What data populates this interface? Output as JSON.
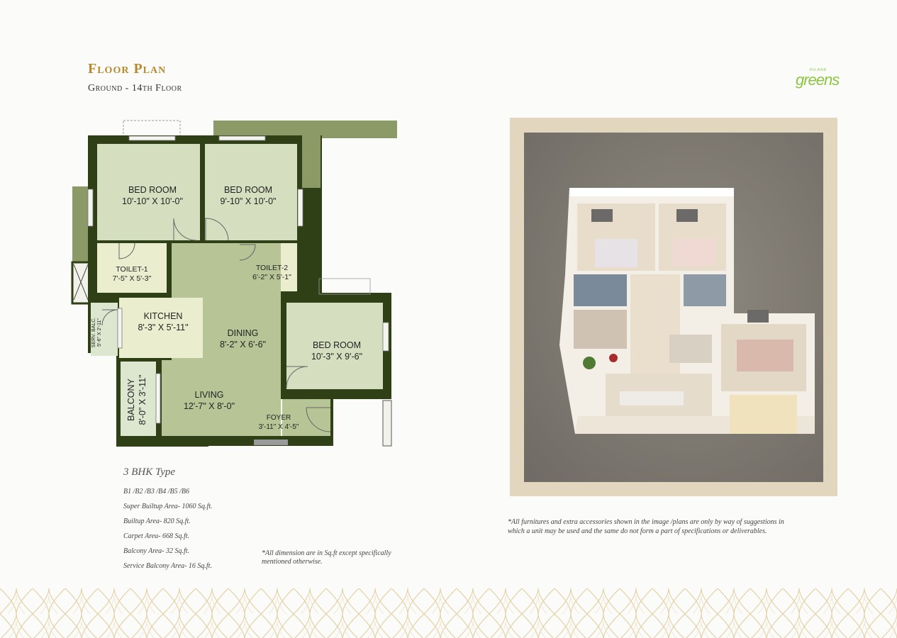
{
  "header": {
    "title": "Floor Plan",
    "subtitle": "Ground - 14th Floor"
  },
  "logo": {
    "small": "HILAND",
    "big": "greens"
  },
  "rooms": {
    "bedroom1": {
      "name": "BED ROOM",
      "size": "10'-10\" X 10'-0\""
    },
    "bedroom2": {
      "name": "BED ROOM",
      "size": "9'-10\" X 10'-0\""
    },
    "toilet1": {
      "name": "TOILET-1",
      "size": "7'-5\" X 5'-3\""
    },
    "toilet2": {
      "name": "TOILET-2",
      "size": "6'-2\" X 5'-1\""
    },
    "kitchen": {
      "name": "KITCHEN",
      "size": "8'-3\" X 5'-11\""
    },
    "dining": {
      "name": "DINING",
      "size": "8'-2\" X 6'-6\""
    },
    "bedroom3": {
      "name": "BED ROOM",
      "size": "10'-3\" X 9'-6\""
    },
    "living": {
      "name": "LIVING",
      "size": "12'-7\" X 8'-0\""
    },
    "foyer": {
      "name": "FOYER",
      "size": "3'-11\" X 4'-5\""
    },
    "balcony": {
      "name": "BALCONY",
      "size": "8'-0\" X 3'-11\""
    },
    "serv_balc": {
      "name": "SERV. BALC.",
      "size": "5'-6\" X 2'-11\""
    }
  },
  "specs": {
    "type": "3 BHK Type",
    "units": "B1 /B2 /B3 /B4 /B5 /B6",
    "super_builtup": "Super Builtup Area- 1060 Sq.ft.",
    "builtup": "Builtup Area- 820 Sq.ft.",
    "carpet": "Carpet Area- 668 Sq.ft.",
    "balcony": "Balcony Area- 32 Sq.ft.",
    "service_balcony": "Service Balcony Area- 16 Sq.ft."
  },
  "notes": {
    "dimension_note": "*All dimension are in Sq.ft except specifically mentioned otherwise.",
    "furniture_note": "*All furnitures and extra accessories shown in the image /plans are only by way of suggestions in which a unit may be used and the same do not form a part of specifications or deliverables."
  },
  "colors": {
    "title_gold": "#b98a2c",
    "wall_green": "#2f4017",
    "room_green": "#d5dfc0",
    "toilet_cream": "#eaeece",
    "living_green": "#b7c596",
    "render_frame": "#e3d6bf",
    "logo_green": "#8cc63f"
  }
}
